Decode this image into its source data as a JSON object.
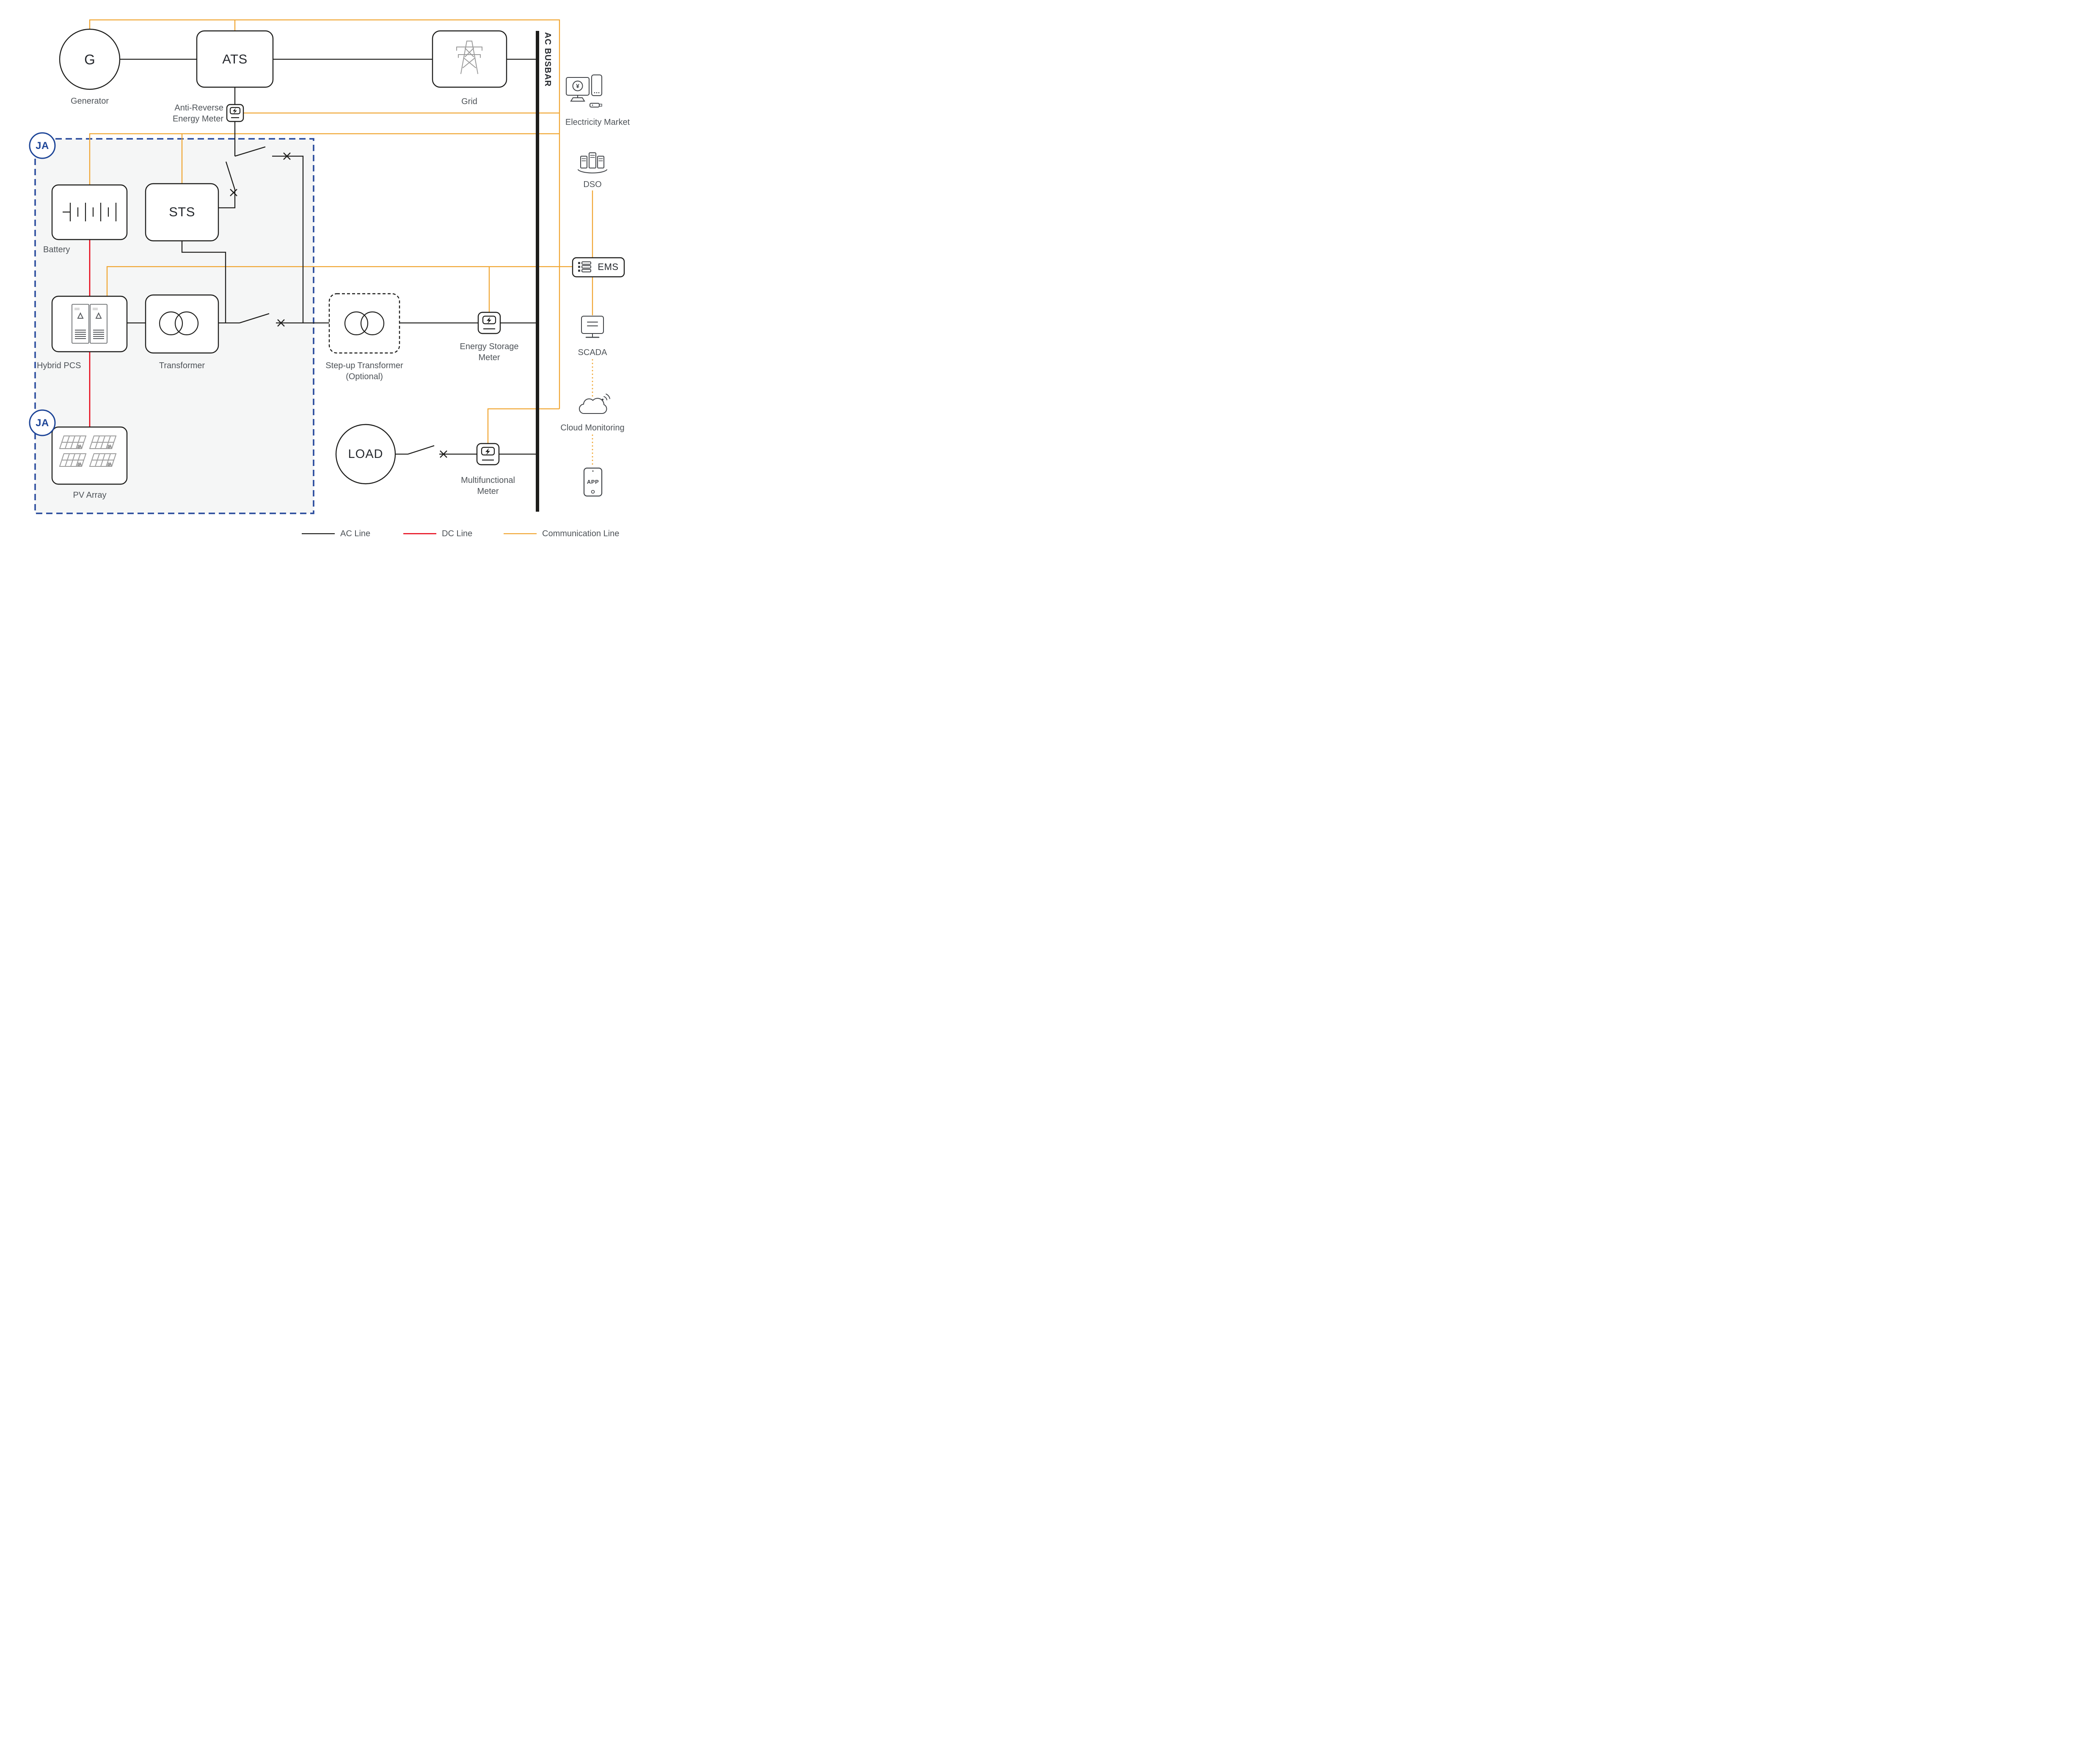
{
  "brand": {
    "logo_text": "JA"
  },
  "nodes": {
    "generator": {
      "symbol": "G",
      "label": "Generator"
    },
    "ats": {
      "label": "ATS"
    },
    "grid": {
      "label": "Grid"
    },
    "ac_busbar": {
      "label": "AC BUSBAR"
    },
    "anti_reverse_meter": {
      "label_line1": "Anti-Reverse",
      "label_line2": "Energy Meter"
    },
    "battery": {
      "label": "Battery"
    },
    "sts": {
      "label": "STS"
    },
    "hybrid_pcs": {
      "label": "Hybrid PCS"
    },
    "transformer": {
      "label": "Transformer"
    },
    "pv_array": {
      "label": "PV Array"
    },
    "step_up_transformer": {
      "label_line1": "Step-up Transformer",
      "label_line2": "(Optional)"
    },
    "energy_storage_meter": {
      "label_line1": "Energy Storage",
      "label_line2": "Meter"
    },
    "load": {
      "label": "LOAD"
    },
    "multifunctional_meter": {
      "label_line1": "Multifunctional",
      "label_line2": "Meter"
    },
    "electricity_market": {
      "label": "Electricity Market",
      "currency_symbol": "¥"
    },
    "dso": {
      "label": "DSO"
    },
    "ems": {
      "label": "EMS"
    },
    "scada": {
      "label": "SCADA"
    },
    "cloud_monitoring": {
      "label": "Cloud Monitoring"
    },
    "app": {
      "label": "APP"
    }
  },
  "legend": {
    "items": [
      {
        "label": "AC Line",
        "color": "#1d1d1b"
      },
      {
        "label": "DC Line",
        "color": "#e60012"
      },
      {
        "label": "Communication Line",
        "color": "#f0a42f"
      }
    ]
  },
  "colors": {
    "ja_blue": "#1c4497",
    "boundary_blue": "#27499c",
    "line_black": "#1d1d1b",
    "line_red": "#e60012",
    "line_orange": "#f0a42f",
    "icon_gray": "#9b9b9b",
    "boundary_fill": "#f5f6f6"
  }
}
